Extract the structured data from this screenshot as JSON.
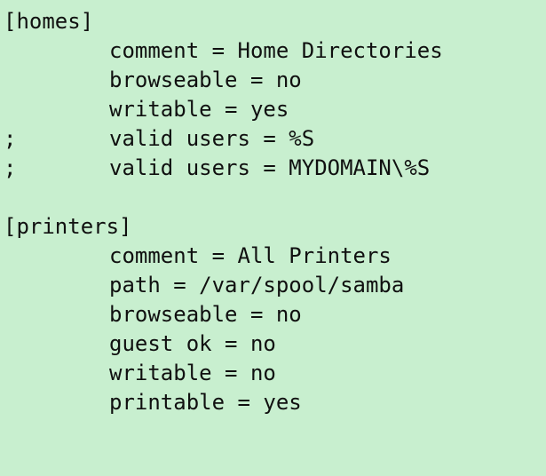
{
  "config": {
    "lines": [
      {
        "prefix": "",
        "text": "[homes]",
        "kind": "section"
      },
      {
        "prefix": "",
        "text": "comment = Home Directories",
        "kind": "setting"
      },
      {
        "prefix": "",
        "text": "browseable = no",
        "kind": "setting"
      },
      {
        "prefix": "",
        "text": "writable = yes",
        "kind": "setting"
      },
      {
        "prefix": ";",
        "text": "valid users = %S",
        "kind": "setting"
      },
      {
        "prefix": ";",
        "text": "valid users = MYDOMAIN\\%S",
        "kind": "setting"
      },
      {
        "prefix": "",
        "text": "",
        "kind": "blank"
      },
      {
        "prefix": "",
        "text": "[printers]",
        "kind": "section"
      },
      {
        "prefix": "",
        "text": "comment = All Printers",
        "kind": "setting"
      },
      {
        "prefix": "",
        "text": "path = /var/spool/samba",
        "kind": "setting"
      },
      {
        "prefix": "",
        "text": "browseable = no",
        "kind": "setting"
      },
      {
        "prefix": "",
        "text": "guest ok = no",
        "kind": "setting"
      },
      {
        "prefix": "",
        "text": "writable = no",
        "kind": "setting"
      },
      {
        "prefix": "",
        "text": "printable = yes",
        "kind": "setting"
      }
    ]
  },
  "colors": {
    "background": "#c8efcf",
    "text": "#101010"
  }
}
